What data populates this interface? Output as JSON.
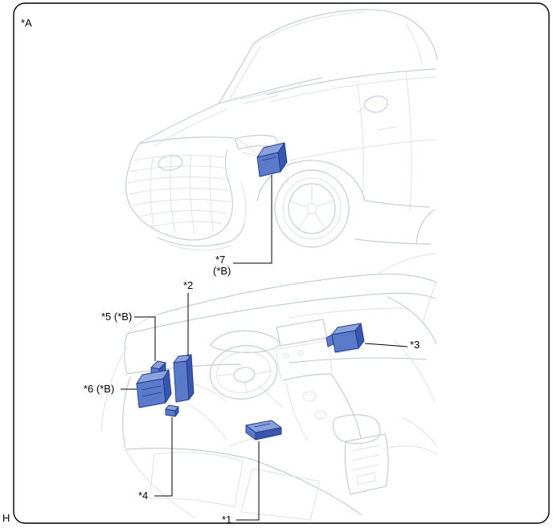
{
  "figure": {
    "corner_label": "*A",
    "page_label": "H",
    "callouts": {
      "c1": {
        "label": "*1"
      },
      "c2": {
        "label": "*2"
      },
      "c3": {
        "label": "*3"
      },
      "c4": {
        "label": "*4"
      },
      "c5": {
        "label": "*5 (*B)"
      },
      "c6": {
        "label": "*6 (*B)"
      },
      "c7": {
        "label": "*7",
        "sublabel": "(*B)"
      }
    },
    "colors": {
      "background": "#ffffff",
      "border": "#000000",
      "callout_line": "#000000",
      "line_art": "#c7cdd5",
      "line_art_light": "#dde2e8",
      "highlight_fill": "#5b7bca",
      "highlight_top": "#8ba1de",
      "highlight_side": "#3b57ab",
      "highlight_stroke": "#1d3a8a"
    }
  }
}
